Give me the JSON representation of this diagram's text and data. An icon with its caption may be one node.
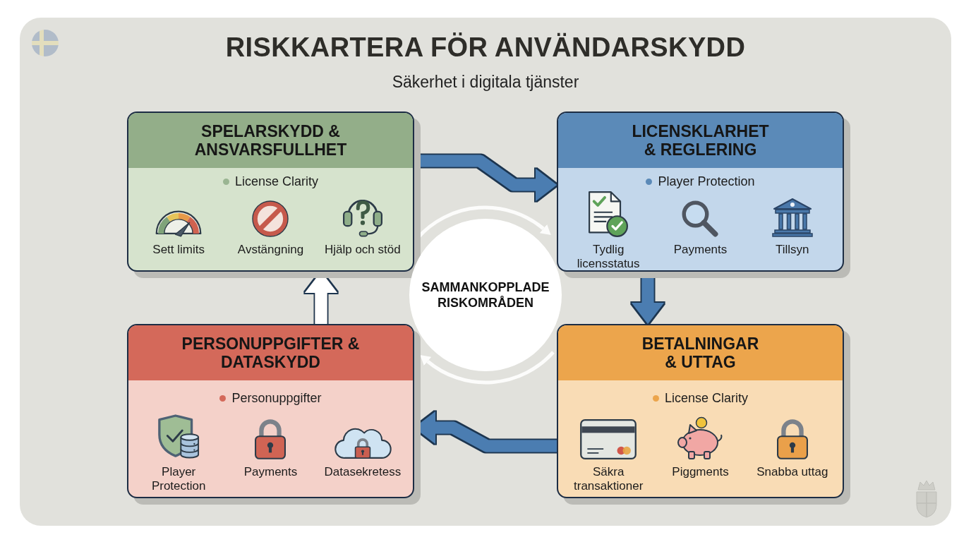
{
  "diagram": {
    "title": "RISKKARTERA FÖR ANVÄNDARSKYDD",
    "nodes": [
      {
        "text": [
          "SPELARSKYDD & ANSVARSFULLHET",
          "License Clarity",
          "Sett limits",
          "Avstängning",
          "Hjälp och stöd"
        ]
      },
      {
        "text": [
          "LICENSKLARHET & REGLERING",
          "Player Protection",
          "Tydlig licensstatus",
          "Payments",
          "Tillsyn"
        ]
      },
      {
        "text": [
          "SAMMANKOPPLADE RISKOMRÅDEN"
        ]
      },
      {
        "text": [
          "PERSONUPPGIFTER & DATASKYDD",
          "Personuppgifter",
          "Player Protection",
          "Payments",
          "Datasekretess"
        ]
      },
      {
        "text": [
          "BETALNINGAR & UTTAG",
          "License Clarity",
          "Säkra transaktioner",
          "Piggments",
          "Snabba uttag"
        ]
      }
    ],
    "edges": [
      {
        "from": 0,
        "to": 1,
        "arrow": "to"
      },
      {
        "from": 1,
        "to": 4,
        "arrow": "to"
      },
      {
        "from": 4,
        "to": 3,
        "arrow": "to"
      },
      {
        "from": 3,
        "to": 0,
        "arrow": "to",
        "color": "#ffffff"
      }
    ],
    "labels": [
      "Säkerhet i digitala tjänster"
    ]
  }
}
